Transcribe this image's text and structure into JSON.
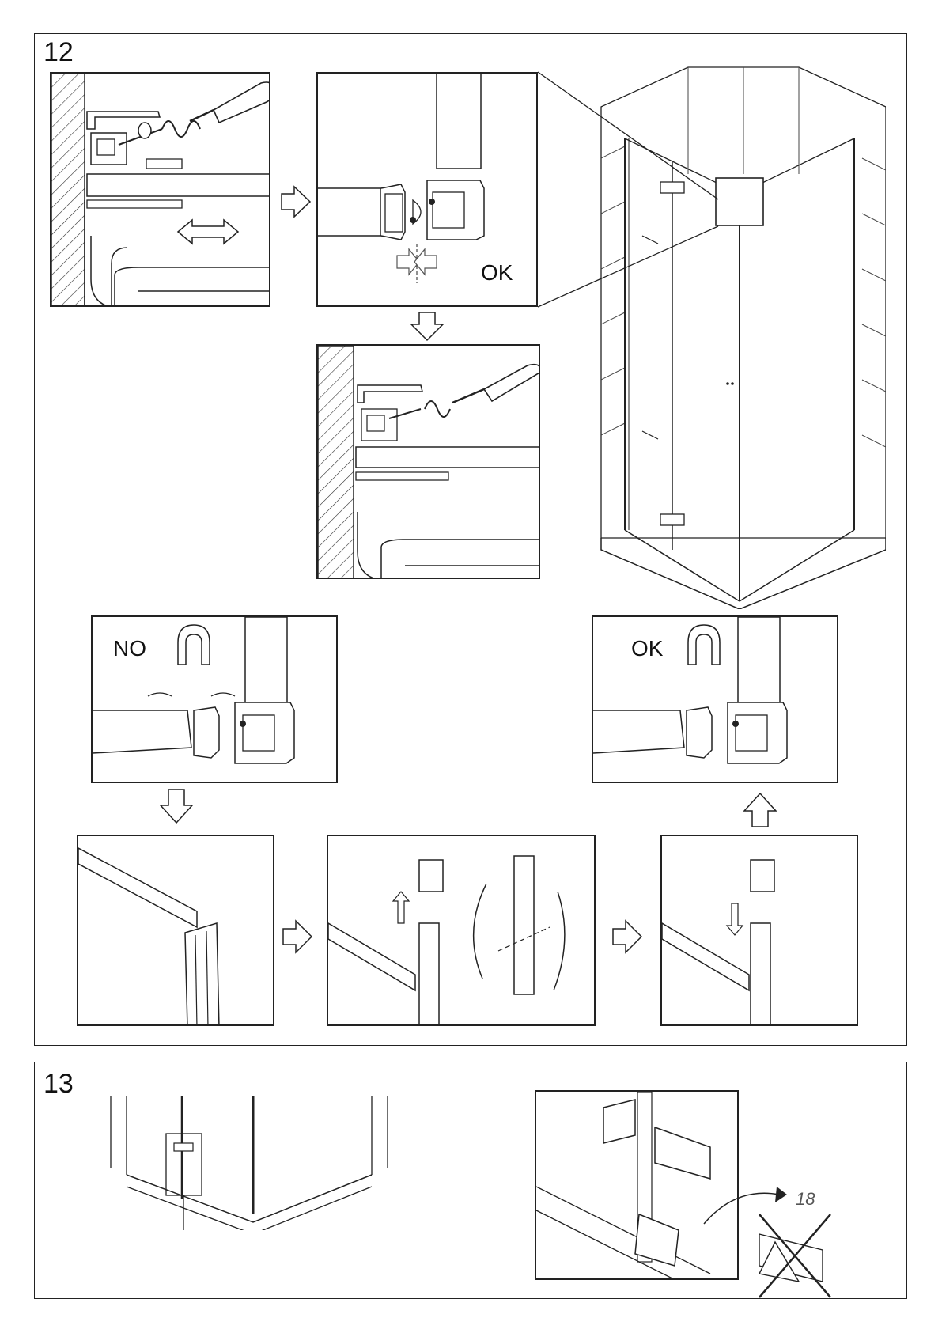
{
  "step12": {
    "number": "12",
    "status_ok_top": "OK",
    "status_no": "NO",
    "status_ok_right": "OK"
  },
  "step13": {
    "number": "13",
    "part_number": "18"
  },
  "icons": {
    "arrows": [
      "arrow-right-icon",
      "arrow-down-icon",
      "arrow-up-icon",
      "double-arrow-icon"
    ],
    "tools": [
      "screwdriver-icon",
      "magnet-icon"
    ]
  },
  "colors": {
    "line": "#222222",
    "background": "#ffffff",
    "hatch": "#333333"
  }
}
